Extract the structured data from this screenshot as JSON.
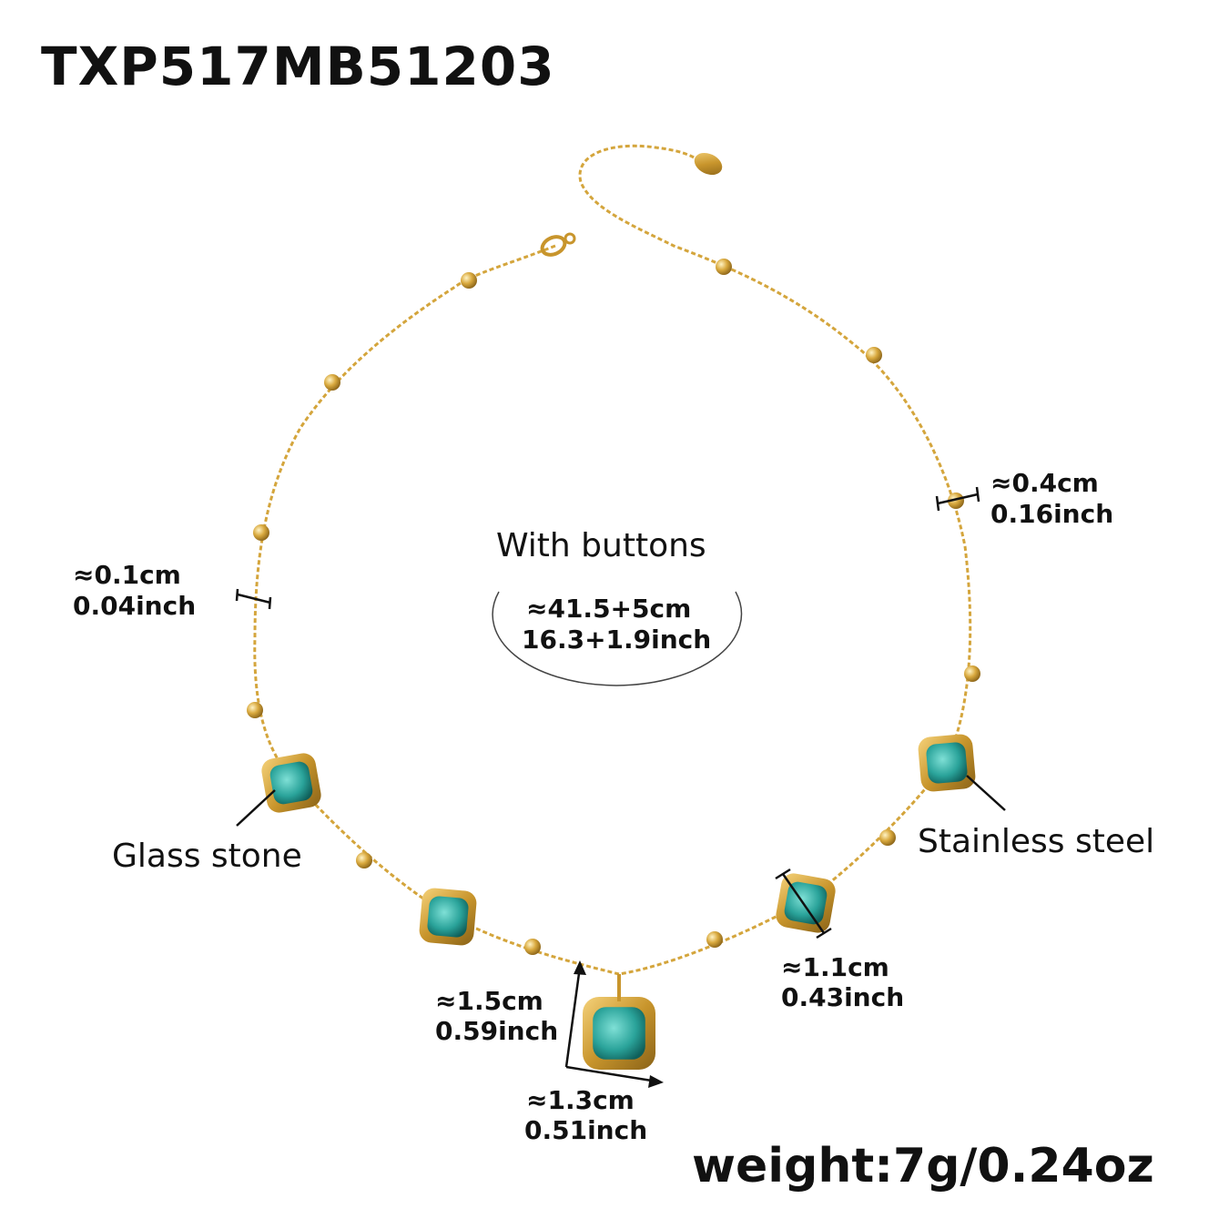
{
  "product_code": "TXP517MB51203",
  "length_title": "With buttons",
  "length": {
    "cm": "≈41.5+5cm",
    "inch": "16.3+1.9inch"
  },
  "chain_thickness": {
    "cm": "≈0.1cm",
    "inch": "0.04inch"
  },
  "bead_size": {
    "cm": "≈0.4cm",
    "inch": "0.16inch"
  },
  "side_stone_size": {
    "cm": "≈1.1cm",
    "inch": "0.43inch"
  },
  "pendant_height": {
    "cm": "≈1.5cm",
    "inch": "0.59inch"
  },
  "pendant_width": {
    "cm": "≈1.3cm",
    "inch": "0.51inch"
  },
  "material_stone": "Glass stone",
  "material_metal": "Stainless steel",
  "weight": "weight:7g/0.24oz",
  "colors": {
    "gold": "#d4a53c",
    "stone": "#2aa39a",
    "text": "#111111"
  }
}
